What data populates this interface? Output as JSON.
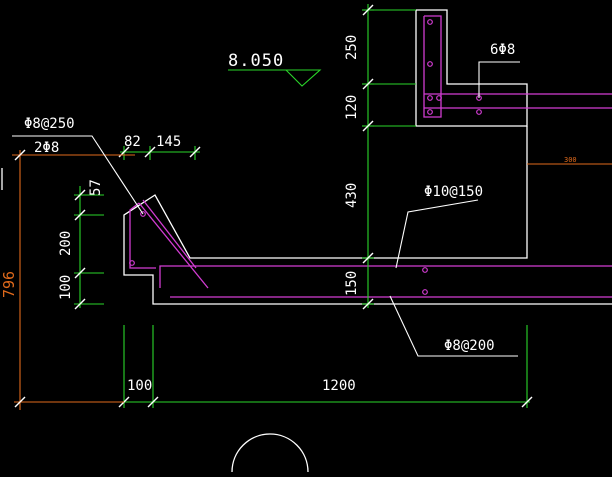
{
  "drawing": {
    "elevation_label": "8.050",
    "rebar_labels": {
      "top_bars": "6Φ8",
      "upper_stirrup": "Φ8@250",
      "upper_corner_bars": "2Φ8",
      "slab_top_bars": "Φ10@150",
      "slab_bottom_bars": "Φ8@200"
    },
    "dimensions": {
      "overall_height": "796",
      "width_82": "82",
      "width_145": "145",
      "height_57": "57",
      "height_200": "200",
      "height_100": "100",
      "right_250": "250",
      "right_120": "120",
      "right_430": "430",
      "right_150": "150",
      "bottom_100": "100",
      "bottom_1200": "1200",
      "side_300": "300"
    },
    "colors": {
      "background": "#000000",
      "outline": "#ffffff",
      "rebar": "#d23cd2",
      "dimension": "#2ad62a",
      "dim_alt": "#e06a1c"
    }
  }
}
